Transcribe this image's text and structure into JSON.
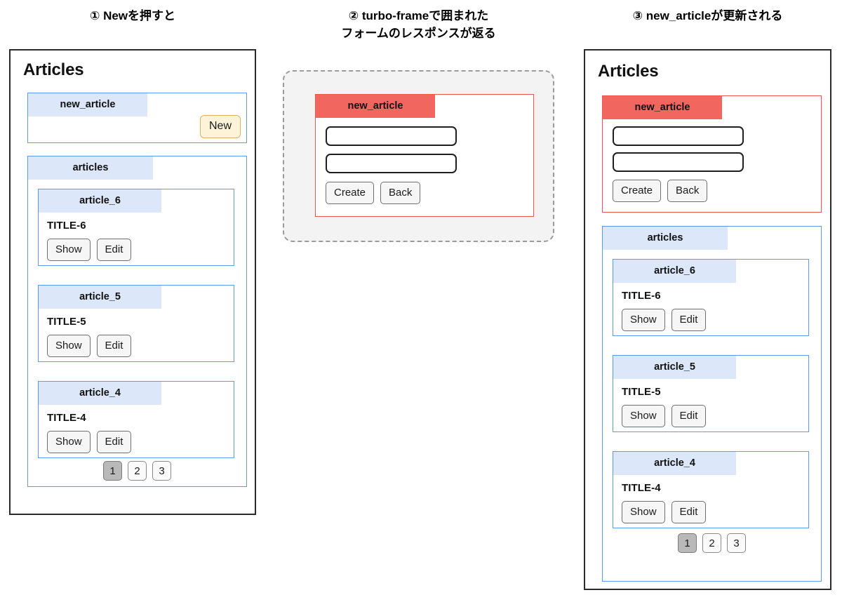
{
  "steps": [
    {
      "id": "step-1",
      "title": "① Newを押すと"
    },
    {
      "id": "step-2",
      "title": "② turbo-frameで囲まれた\nフォームのレスポンスが返る"
    },
    {
      "id": "step-3",
      "title": "③ new_articleが更新される"
    }
  ],
  "colors": {
    "frame_border": "#2b2b2b",
    "turbo_frame_blue": "#5b9bf8",
    "turbo_frame_blue_label_bg": "#dce7f9",
    "turbo_frame_red": "#f0544c",
    "turbo_frame_red_label_bg": "#f1665f",
    "new_button_bg": "#fcf3d8",
    "new_button_border": "#d8b45c",
    "dashed_container_bg": "#f3f3f3",
    "dashed_container_border": "#9b9b9b",
    "pager_active_bg": "#b9b9b9"
  },
  "panel1": {
    "heading": "Articles",
    "new_article_frame": {
      "label": "new_article",
      "new_button": "New"
    },
    "articles_frame": {
      "label": "articles",
      "items": [
        {
          "frame_label": "article_6",
          "title": "TITLE-6",
          "show": "Show",
          "edit": "Edit"
        },
        {
          "frame_label": "article_5",
          "title": "TITLE-5",
          "show": "Show",
          "edit": "Edit"
        },
        {
          "frame_label": "article_4",
          "title": "TITLE-4",
          "show": "Show",
          "edit": "Edit"
        }
      ],
      "pagination": [
        {
          "label": "1",
          "active": true
        },
        {
          "label": "2",
          "active": false
        },
        {
          "label": "3",
          "active": false
        }
      ]
    }
  },
  "panel2": {
    "new_article_frame": {
      "label": "new_article",
      "fields": [
        {
          "name": "title-field",
          "value": "",
          "placeholder": ""
        },
        {
          "name": "body-field",
          "value": "",
          "placeholder": ""
        }
      ],
      "create_button": "Create",
      "back_button": "Back"
    }
  },
  "panel3": {
    "heading": "Articles",
    "new_article_frame": {
      "label": "new_article",
      "fields": [
        {
          "name": "title-field",
          "value": "",
          "placeholder": ""
        },
        {
          "name": "body-field",
          "value": "",
          "placeholder": ""
        }
      ],
      "create_button": "Create",
      "back_button": "Back"
    },
    "articles_frame": {
      "label": "articles",
      "items": [
        {
          "frame_label": "article_6",
          "title": "TITLE-6",
          "show": "Show",
          "edit": "Edit"
        },
        {
          "frame_label": "article_5",
          "title": "TITLE-5",
          "show": "Show",
          "edit": "Edit"
        },
        {
          "frame_label": "article_4",
          "title": "TITLE-4",
          "show": "Show",
          "edit": "Edit"
        }
      ],
      "pagination": [
        {
          "label": "1",
          "active": true
        },
        {
          "label": "2",
          "active": false
        },
        {
          "label": "3",
          "active": false
        }
      ]
    }
  }
}
